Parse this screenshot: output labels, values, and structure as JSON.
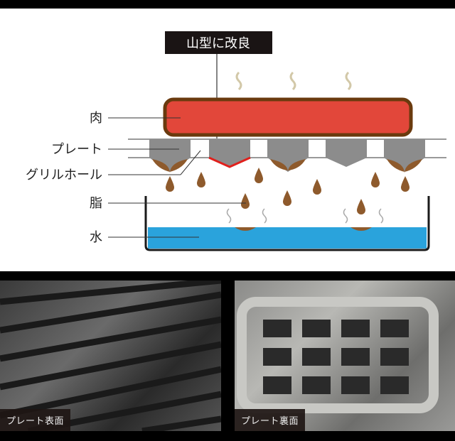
{
  "diagram": {
    "callout": "山型に改良",
    "labels": {
      "meat": "肉",
      "plate": "プレート",
      "grill_hole": "グリルホール",
      "fat": "脂",
      "water": "水"
    },
    "colors": {
      "meat": "#e2473a",
      "meat_border": "#6a3a0e",
      "plate": "#8c8c8c",
      "fat": "#8e5a2c",
      "water": "#2aa3dc",
      "highlight": "#e0201c",
      "steam": "#d2c8a8"
    }
  },
  "photos": [
    {
      "caption": "プレート表面"
    },
    {
      "caption": "プレート裏面"
    }
  ]
}
